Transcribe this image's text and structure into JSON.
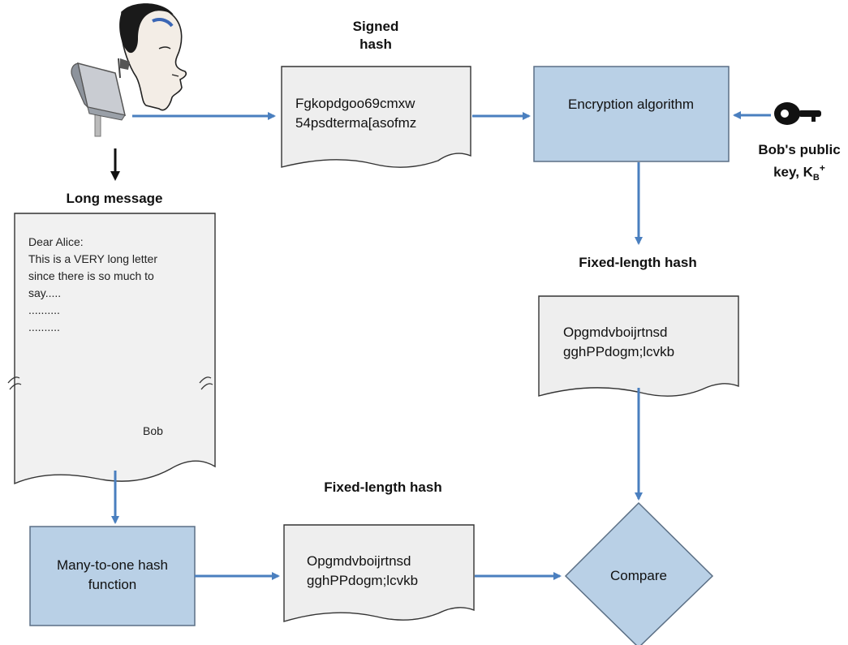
{
  "signed_hash": {
    "title": "Signed hash",
    "lines": [
      "Fgkopdgoo69cmxw",
      "54psdterma[asofmz"
    ]
  },
  "encryption": {
    "label": "Encryption algorithm"
  },
  "public_key": {
    "label_line1": "Bob's public",
    "label_line2_prefix": "key, K",
    "subscript": "B",
    "superscript": "+"
  },
  "long_message": {
    "title": "Long message",
    "lines": [
      "Dear Alice:",
      "This is a VERY long letter",
      "since there is so much to",
      "say.....",
      "..........",
      ".........."
    ],
    "signature": "Bob"
  },
  "fixed_hash_top": {
    "title": "Fixed-length hash",
    "lines": [
      "Opgmdvboijrtnsd",
      "gghPPdogm;lcvkb"
    ]
  },
  "hash_function": {
    "label": "Many-to-one hash function"
  },
  "fixed_hash_bottom": {
    "title": "Fixed-length hash",
    "lines": [
      "Opgmdvboijrtnsd",
      "gghPPdogm;lcvkb"
    ]
  },
  "compare": {
    "label": "Compare"
  },
  "colors": {
    "box_fill": "#b9d0e6",
    "box_stroke": "#5b6f85",
    "arrow": "#4a7fbf",
    "doc_fill": "#efefef"
  }
}
